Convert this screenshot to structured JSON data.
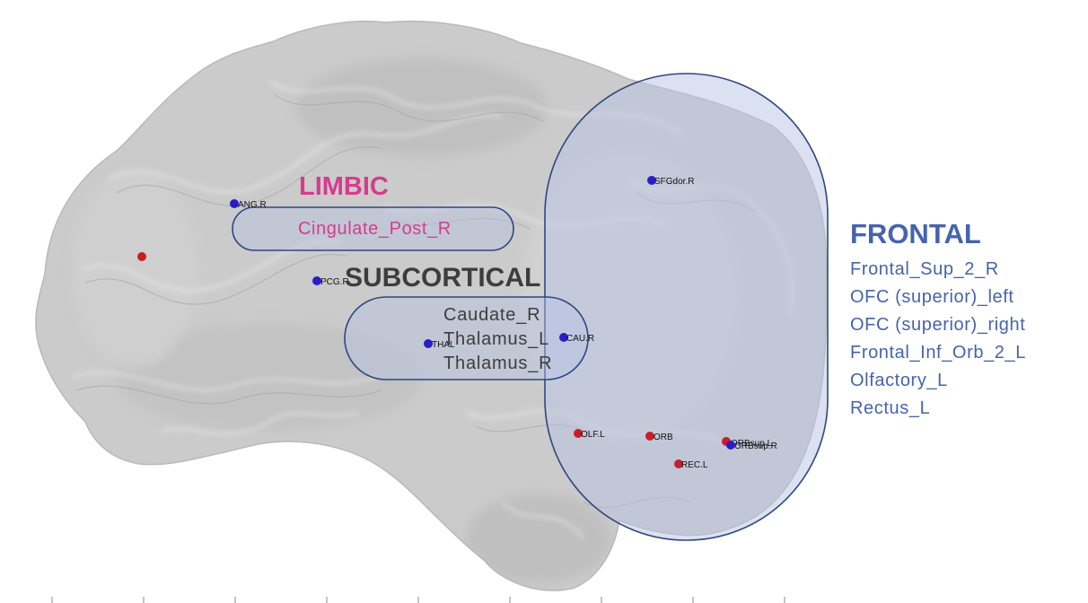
{
  "colors": {
    "brain_fill": "#c9c9c9",
    "brain_shade": "#b4b4b4",
    "region_fill": "#b9c4e4",
    "region_stroke": "#2f4680",
    "limbic": "#d63c8b",
    "subcortical": "#3d3d3d",
    "frontal": "#4663ad",
    "node_red": "#c81e2a",
    "node_blue": "#2b1cc8"
  },
  "groups": {
    "limbic": {
      "title": "LIMBIC",
      "regions": [
        "Cingulate_Post_R"
      ]
    },
    "subcortical": {
      "title": "SUBCORTICAL",
      "regions": [
        "Caudate_R",
        "Thalamus_L",
        "Thalamus_R"
      ]
    },
    "frontal": {
      "title": "FRONTAL",
      "regions": [
        "Frontal_Sup_2_R",
        "OFC (superior)_left",
        "OFC (superior)_right",
        "Frontal_Inf_Orb_2_L",
        "Olfactory_L",
        "Rectus_L"
      ]
    }
  },
  "nodes": [
    {
      "id": "unlabeled-red",
      "label": "",
      "color": "red"
    },
    {
      "id": "ang-r",
      "label": "ANG.R",
      "color": "blue"
    },
    {
      "id": "pcg-r",
      "label": "PCG.R",
      "color": "blue"
    },
    {
      "id": "thal",
      "label": "THAL",
      "color": "blue"
    },
    {
      "id": "cau-r",
      "label": "CAU.R",
      "color": "blue"
    },
    {
      "id": "sfgdor-r",
      "label": "SFGdor.R",
      "color": "blue"
    },
    {
      "id": "olf-l",
      "label": "OLF.L",
      "color": "red"
    },
    {
      "id": "orb-l",
      "label": "ORB",
      "color": "red"
    },
    {
      "id": "orbsup-l",
      "label": "ORBsup.L",
      "color": "red"
    },
    {
      "id": "orbsup-r",
      "label": "ORBsup.R",
      "color": "blue"
    },
    {
      "id": "rec-l",
      "label": "REC.L",
      "color": "red"
    }
  ]
}
